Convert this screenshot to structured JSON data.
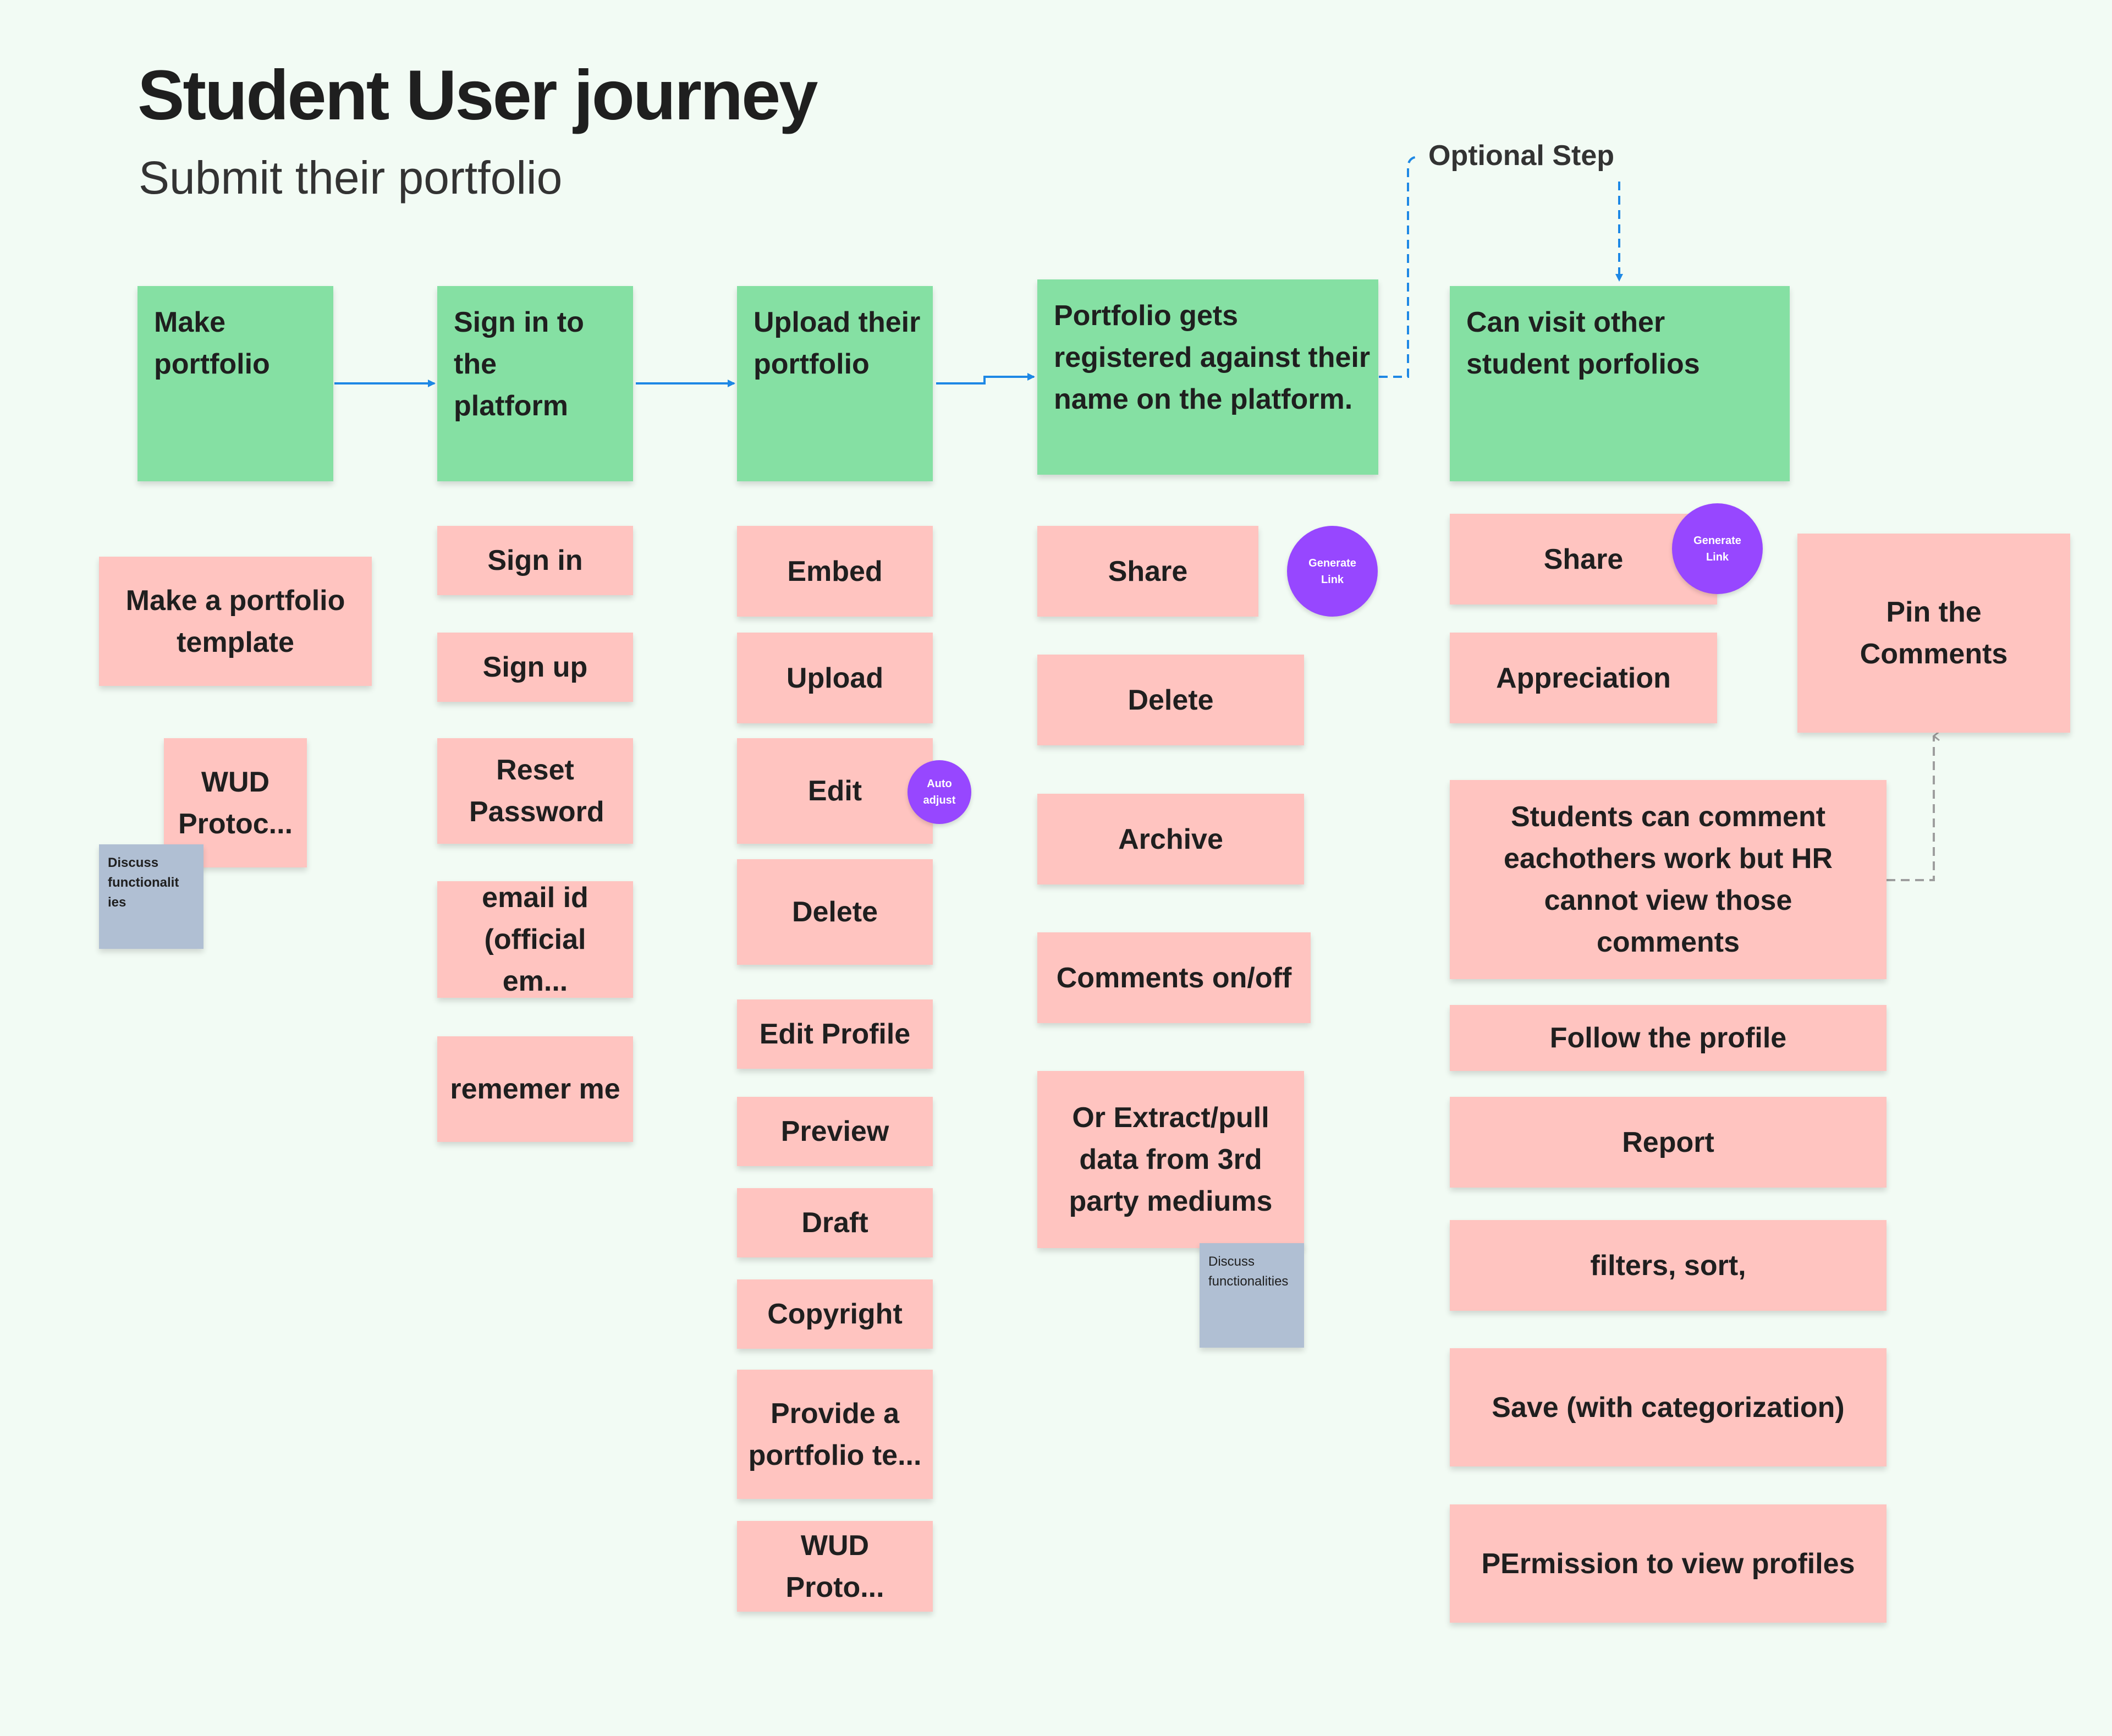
{
  "header": {
    "title": "Student User journey",
    "subtitle": "Submit their portfolio"
  },
  "optional_step_label": "Optional Step",
  "steps": [
    {
      "label": "Make portfolio"
    },
    {
      "label": "Sign in to the platform"
    },
    {
      "label": "Upload their portfolio"
    },
    {
      "label": "Portfolio gets registered against their name on the platform."
    },
    {
      "label": "Can visit other student porfolios"
    }
  ],
  "column1": {
    "cards": [
      "Make a portfolio template",
      "WUD Protoc..."
    ],
    "sticky": "Discuss functionalit ies"
  },
  "column2": {
    "cards": [
      "Sign in",
      "Sign up",
      "Reset Password",
      "email id (official em...",
      "rememer me"
    ]
  },
  "column3": {
    "cards": [
      "Embed",
      "Upload",
      "Edit",
      "Delete",
      "Edit Profile",
      "Preview",
      "Draft",
      "Copyright",
      "Provide a portfolio te...",
      "WUD Proto..."
    ],
    "badge": "Auto adjust"
  },
  "column4": {
    "cards": [
      "Share",
      "Delete",
      "Archive",
      "Comments on/off",
      "Or Extract/pull data from 3rd party mediums"
    ],
    "badge": "Generate Link",
    "sticky": "Discuss functionalities"
  },
  "column5": {
    "cards": [
      "Share",
      "Appreciation",
      "Students can comment eachothers work but HR cannot view those comments",
      "Follow the profile",
      "Report",
      "filters, sort,",
      "Save (with categorization)",
      "PErmission to view profiles"
    ],
    "badge": "Generate Link",
    "pin_card": "Pin the Comments"
  },
  "colors": {
    "background": "#f2fbf4",
    "step_card": "#85e0a3",
    "option_card": "#ffc4c0",
    "sticky": "#b0bfd3",
    "badge": "#9747ff",
    "connector": "#1e88e5",
    "dashed_gray": "#9e9e9e"
  }
}
